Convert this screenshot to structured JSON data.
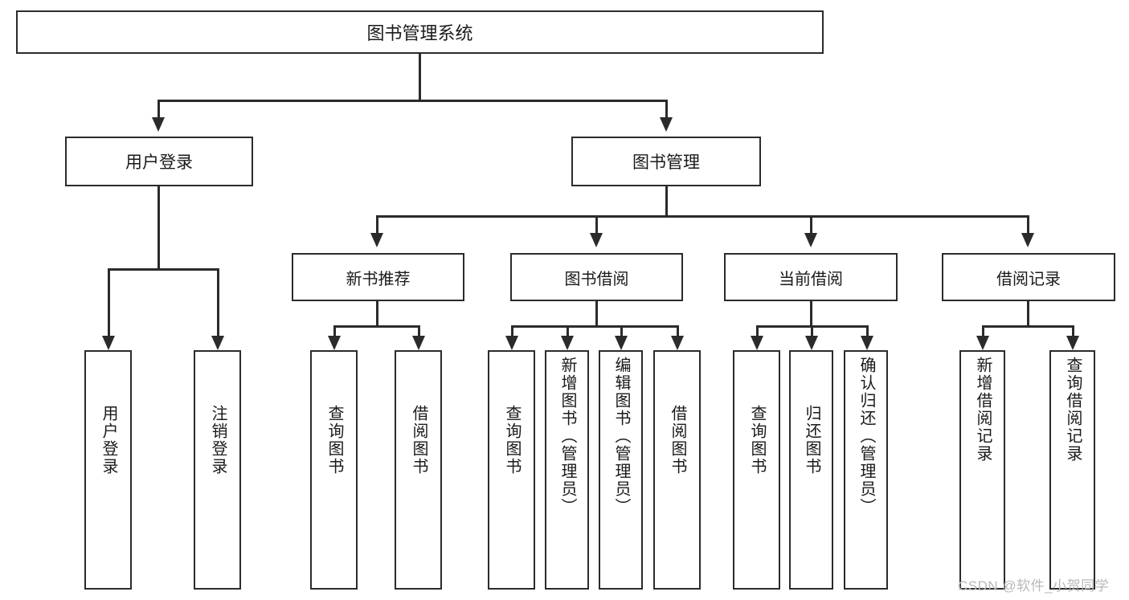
{
  "diagram": {
    "title": "图书管理系统",
    "root": {
      "label": "图书管理系统"
    },
    "level1": [
      {
        "label": "用户登录"
      },
      {
        "label": "图书管理"
      }
    ],
    "level2": [
      {
        "label": "新书推荐"
      },
      {
        "label": "图书借阅"
      },
      {
        "label": "当前借阅"
      },
      {
        "label": "借阅记录"
      }
    ],
    "leaves": {
      "user_login": [
        {
          "label": "用户登录"
        },
        {
          "label": "注销登录"
        }
      ],
      "new_book_recommend": [
        {
          "label": "查询图书"
        },
        {
          "label": "借阅图书"
        }
      ],
      "book_borrow": [
        {
          "label": "查询图书"
        },
        {
          "label": "新增图书（管理员）"
        },
        {
          "label": "编辑图书（管理员）"
        },
        {
          "label": "借阅图书"
        }
      ],
      "current_borrow": [
        {
          "label": "查询图书"
        },
        {
          "label": "归还图书"
        },
        {
          "label": "确认归还（管理员）"
        }
      ],
      "borrow_record": [
        {
          "label": "新增借阅记录"
        },
        {
          "label": "查询借阅记录"
        }
      ]
    }
  },
  "watermark": {
    "text": "CSDN @软件_小贺同学"
  },
  "colors": {
    "stroke": "#2b2b2b",
    "background": "#ffffff",
    "text": "#1a1a1a",
    "watermark": "#b9b9b9"
  }
}
